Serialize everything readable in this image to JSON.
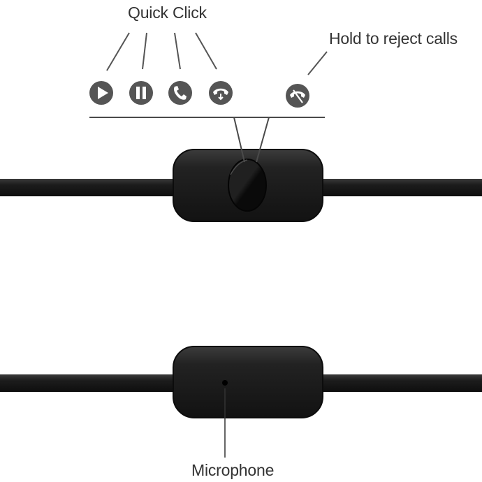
{
  "labels": {
    "quick_click": "Quick Click",
    "hold_to_reject": "Hold to reject calls",
    "microphone": "Microphone"
  },
  "icons": {
    "quick_click": [
      "play-icon",
      "pause-icon",
      "answer-call-icon",
      "end-call-icon"
    ],
    "hold": [
      "reject-call-icon"
    ]
  },
  "colors": {
    "cable": "#1c1c1c",
    "icon": "#555555",
    "line": "#4a4a4a",
    "text": "#333333"
  }
}
